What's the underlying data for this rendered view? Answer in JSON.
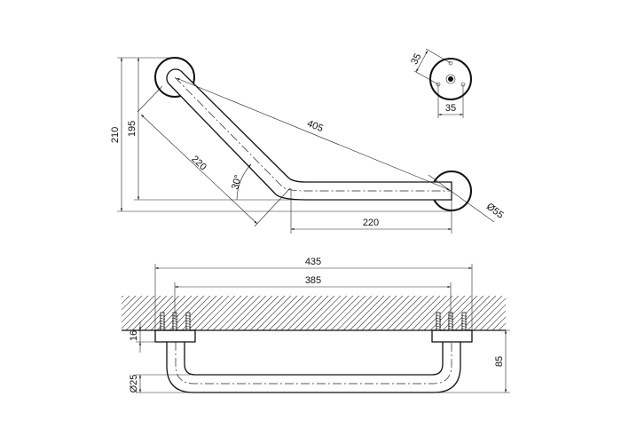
{
  "title": "Angled grab bar technical drawing",
  "top_view": {
    "dim_total_height": "210",
    "dim_height": "195",
    "dim_angled_length": "220",
    "dim_angle": "30°",
    "dim_diagonal": "405",
    "dim_straight_length": "220",
    "dim_rosette_diameter": "Ø55"
  },
  "rosette_detail": {
    "dim_vertical": "35",
    "dim_horizontal": "35"
  },
  "side_view": {
    "dim_overall_width": "435",
    "dim_center_distance": "385",
    "dim_plate_thickness": "16",
    "dim_tube_diameter": "Ø25",
    "dim_projection": "85"
  }
}
